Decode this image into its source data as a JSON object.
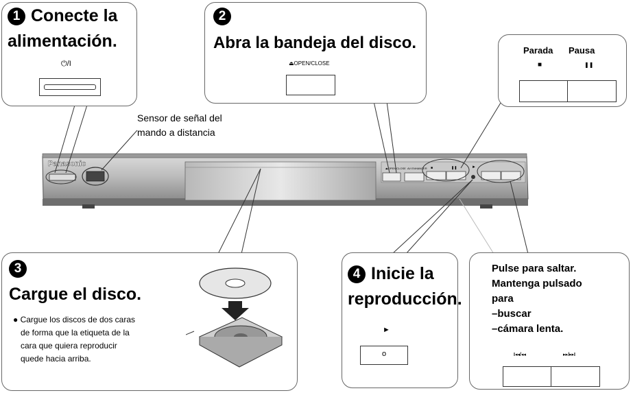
{
  "step1": {
    "number": "1",
    "title_line1": "Conecte la",
    "title_line2": "alimentación.",
    "button_label": "⏻/I"
  },
  "step2": {
    "number": "2",
    "title": "Abra la bandeja del disco.",
    "button_label": "⏏OPEN/CLOSE"
  },
  "stop_pause": {
    "stop_label": "Parada",
    "pause_label": "Pausa",
    "stop_symbol": "■",
    "pause_symbol": "❚❚"
  },
  "sensor": {
    "line1": "Sensor de señal del",
    "line2": "mando a distancia"
  },
  "step3": {
    "number": "3",
    "title": "Cargue el disco.",
    "bullet": "Cargue los discos de dos caras de forma que la etiqueta de la cara que quiera reproducir quede hacia arriba.",
    "bullet_lines": [
      "Cargue los discos de dos caras",
      "de forma que la etiqueta de la",
      "cara que quiera reproducir",
      "quede hacia arriba."
    ]
  },
  "step4": {
    "number": "4",
    "title_line1": "Inicie la",
    "title_line2": "reproducción.",
    "play_symbol": "►",
    "button_symbol": "o"
  },
  "skip": {
    "line1": "Pulse para saltar.",
    "line2": "Mantenga pulsado",
    "line3": "para",
    "line4": "–buscar",
    "line5": "–cámara lenta.",
    "left_label": "I◂◂/◂◂",
    "right_label": "▸▸/▸▸I"
  },
  "device": {
    "brand": "Panasonic",
    "open_close_small": "⏏OPEN/CLOSE",
    "av_label": "AV ENHANCER"
  }
}
